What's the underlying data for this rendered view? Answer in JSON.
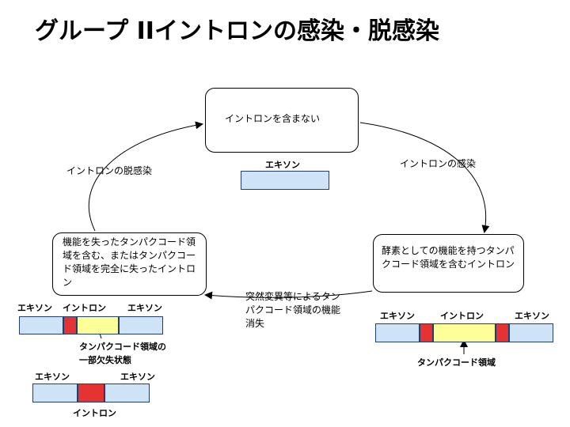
{
  "title": "グループ IIイントロンの感染・脱感染",
  "states": {
    "top": {
      "text": "イントロンを含まない",
      "exon_label": "エキソン"
    },
    "right": {
      "text": "酵素としての機能を持つタンパクコード領域を含むイントロン",
      "exon_left": "エキソン",
      "intron": "イントロン",
      "exon_right": "エキソン",
      "coding_region": "タンパクコード領域"
    },
    "left": {
      "text": "機能を失ったタンパクコード領域を含む、またはタンパクコード領域を完全に失ったイントロン",
      "d1_exon_left": "エキソン",
      "d1_intron": "イントロン",
      "d1_exon_right": "エキソン",
      "d1_note": "タンパクコード領域の一部欠失状態",
      "d2_exon_left": "エキソン",
      "d2_exon_right": "エキソン",
      "d2_intron": "イントロン"
    }
  },
  "transitions": {
    "infection": "イントロンの感染",
    "mutation": "突然変異等によるタンパクコード領域の機能消失",
    "deinfection": "イントロンの脱感染"
  },
  "colors": {
    "exon": "#cfe3f7",
    "flank": "#e53333",
    "coding": "#ffff99",
    "stroke": "#1f3f73"
  }
}
